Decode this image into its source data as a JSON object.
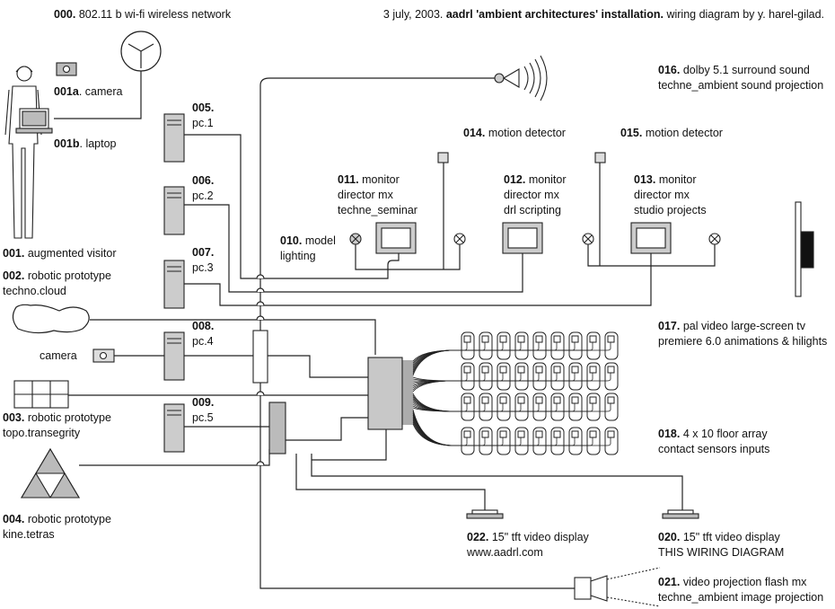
{
  "header": {
    "left_code": "000.",
    "left_text": " 802.11 b wi-fi wireless network",
    "right_date": "3 july, 2003.",
    "right_bold": " aadrl 'ambient architectures' installation.",
    "right_tail": " wiring diagram by y. harel-gilad."
  },
  "nodes": [
    {
      "code": "001a",
      "text": ". camera"
    },
    {
      "code": "001b",
      "text": ". laptop"
    },
    {
      "code": "001.",
      "text": " augmented visitor"
    },
    {
      "code": "002.",
      "text": " robotic prototype",
      "line2": "techno.cloud"
    },
    {
      "code": "003.",
      "text": " robotic prototype",
      "line2": "topo.transegrity"
    },
    {
      "code": "004.",
      "text": " robotic prototype",
      "line2": "kine.tetras"
    },
    {
      "code": "005.",
      "text": "",
      "line2": "pc.1"
    },
    {
      "code": "006.",
      "text": "",
      "line2": "pc.2"
    },
    {
      "code": "007.",
      "text": "",
      "line2": "pc.3"
    },
    {
      "code": "008.",
      "text": "",
      "line2": "pc.4"
    },
    {
      "code": "009.",
      "text": "",
      "line2": "pc.5"
    },
    {
      "code": "010.",
      "text": " model",
      "line2": "lighting"
    },
    {
      "code": "011.",
      "text": " monitor",
      "line2": "director mx",
      "line3": "techne_seminar"
    },
    {
      "code": "012.",
      "text": " monitor",
      "line2": "director mx",
      "line3": "drl scripting"
    },
    {
      "code": "013.",
      "text": " monitor",
      "line2": "director mx",
      "line3": "studio projects"
    },
    {
      "code": "014.",
      "text": " motion detector"
    },
    {
      "code": "015.",
      "text": " motion detector"
    },
    {
      "code": "016.",
      "text": " dolby 5.1 surround sound",
      "line2": "techne_ambient sound projection"
    },
    {
      "code": "017.",
      "text": " pal video large-screen tv",
      "line2": "premiere 6.0 animations & hilights"
    },
    {
      "code": "018.",
      "text": " 4 x 10 floor array",
      "line2": "contact sensors inputs"
    },
    {
      "code": "020.",
      "text": " 15\" tft video display",
      "line2": "THIS WIRING DIAGRAM"
    },
    {
      "code": "021.",
      "text": " video projection flash mx",
      "line2": "techne_ambient image projection"
    },
    {
      "code": "022.",
      "text": " 15\" tft video display",
      "line2": "www.aadrl.com"
    }
  ],
  "camera_label": "camera"
}
